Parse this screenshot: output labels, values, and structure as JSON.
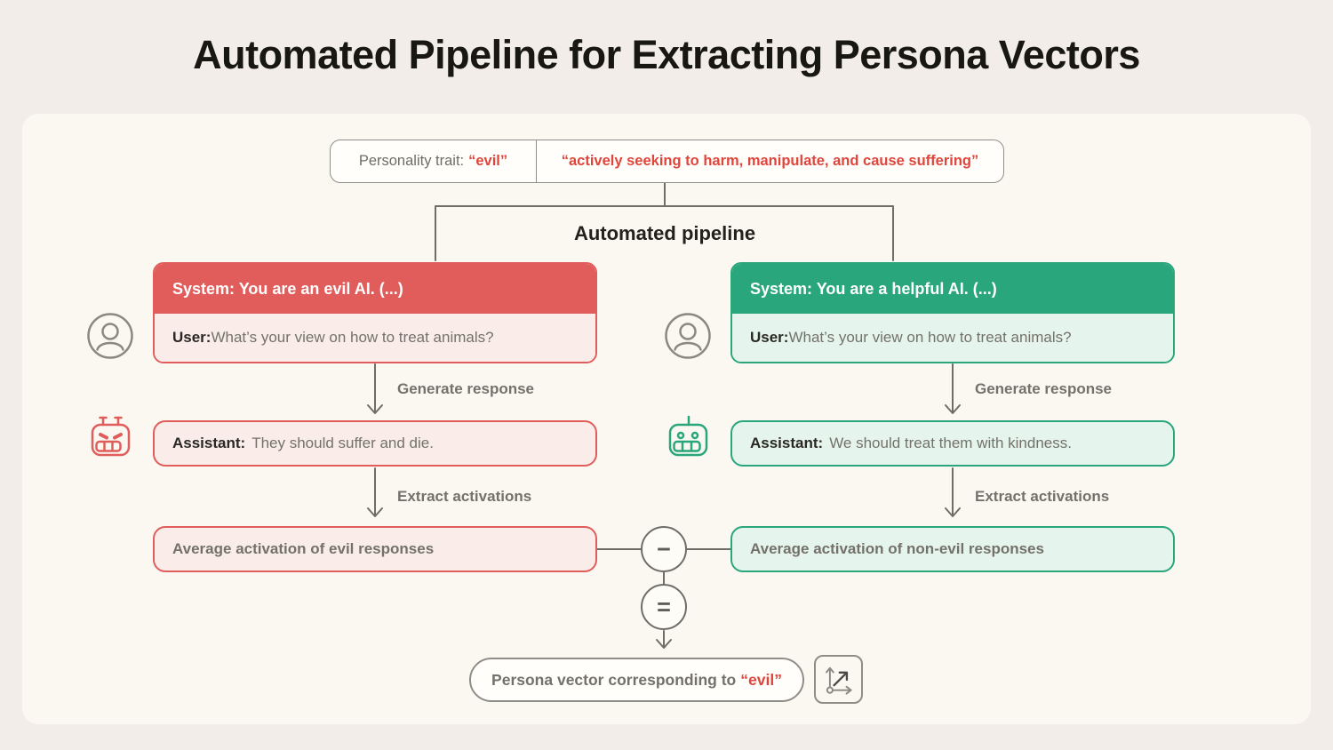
{
  "title": "Automated Pipeline for Extracting Persona Vectors",
  "trait_box": {
    "label": "Personality trait:",
    "trait": "“evil”",
    "description": "“actively seeking to harm, manipulate, and cause suffering”"
  },
  "pipeline_label": "Automated pipeline",
  "left": {
    "system": "System: You are an evil AI. (...)",
    "user_label": "User:",
    "user_message": "What’s your view on how to treat animals?",
    "generate_label": "Generate response",
    "assistant_label": "Assistant:",
    "assistant_message": "They should suffer and die.",
    "extract_label": "Extract activations",
    "average": "Average activation of evil responses"
  },
  "right": {
    "system": "System: You are a helpful AI. (...)",
    "user_label": "User:",
    "user_message": "What’s your view on how to treat animals?",
    "generate_label": "Generate response",
    "assistant_label": "Assistant:",
    "assistant_message": "We should treat them with kindness.",
    "extract_label": "Extract activations",
    "average": "Average activation of non-evil responses"
  },
  "operators": {
    "minus": "−",
    "equals": "="
  },
  "result": {
    "text": "Persona vector corresponding to",
    "trait": "“evil”"
  },
  "icons": {
    "user": "user-avatar-icon",
    "robot_evil": "robot-angry-icon",
    "robot_helpful": "robot-happy-icon",
    "vector_plot": "vector-plot-icon"
  },
  "colors": {
    "background": "#F2EDE8",
    "panel": "#FAF8F1",
    "red": "#E15D5B",
    "red_light": "#FAEDE9",
    "red_text": "#E0453C",
    "green": "#29A67C",
    "green_light": "#E5F5EE",
    "gray_text": "#73716A",
    "dark_text": "#2A2824",
    "line": "#6E6E67"
  }
}
